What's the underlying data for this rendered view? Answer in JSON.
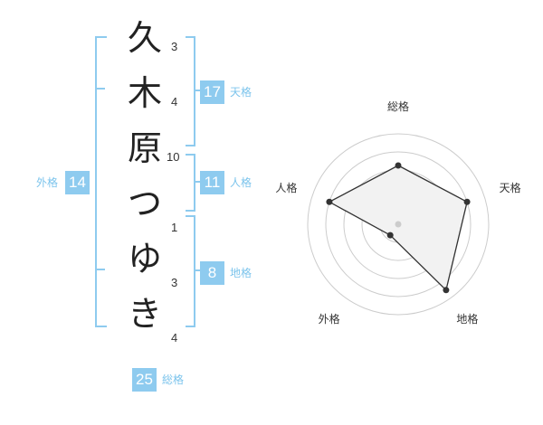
{
  "name_chars": [
    {
      "char": "久",
      "strokes": "3"
    },
    {
      "char": "木",
      "strokes": "4"
    },
    {
      "char": "原",
      "strokes": "10"
    },
    {
      "char": "つ",
      "strokes": "1"
    },
    {
      "char": "ゆ",
      "strokes": "3"
    },
    {
      "char": "き",
      "strokes": "4"
    }
  ],
  "fortunes": {
    "tenkaku": {
      "value": "17",
      "label": "天格"
    },
    "jinkaku": {
      "value": "11",
      "label": "人格"
    },
    "chikaku": {
      "value": "8",
      "label": "地格"
    },
    "gaikaku": {
      "value": "14",
      "label": "外格"
    },
    "soukaku": {
      "value": "25",
      "label": "総格"
    }
  },
  "colors": {
    "bracket": "#8ecbef",
    "badge": "#8ecbef",
    "label": "#7cc4ec",
    "radar_fill": "#f2f2f2",
    "radar_line": "#333333",
    "grid": "#cccccc"
  },
  "chart_data": {
    "type": "radar",
    "axes": [
      "総格",
      "天格",
      "地格",
      "外格",
      "人格"
    ],
    "values": [
      0.65,
      0.8,
      0.9,
      0.15,
      0.8
    ],
    "range": [
      0,
      1
    ],
    "rings": 5
  }
}
